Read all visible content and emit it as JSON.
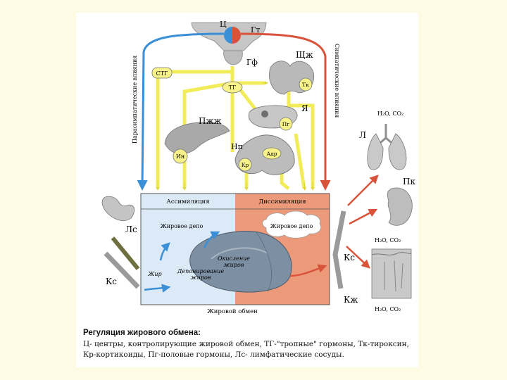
{
  "labels": {
    "center": "Ц",
    "gt": "Гт",
    "gf": "Гф",
    "shch": "Щж",
    "stg": "СТГ",
    "tg": "ТГ",
    "tk": "Тк",
    "ya": "Я",
    "pg": "Пг",
    "pzh": "Пжж",
    "np": "Нп",
    "adr": "Адр",
    "in": "Ин",
    "kr": "Кр",
    "l": "Л",
    "pk": "Пк",
    "ls": "Лс",
    "ks_left": "Кс",
    "ks_right": "Кс",
    "kzh": "Кж",
    "parasym": "Парасимпатические влияния",
    "sym": "Симпатические влияния"
  },
  "box": {
    "assim": "Ассимиляция",
    "dissim": "Диссимиляция",
    "depot_left": "Жировое депо",
    "depot_right": "Жировое депо",
    "fat": "Жир",
    "deposition_1": "Депонирование",
    "deposition_2": "жиров",
    "oxidation_1": "Окисление",
    "oxidation_2": "жиров",
    "exchange": "Жировой обмен"
  },
  "products": {
    "lungs": "H₂O, CO₂",
    "kidney": "H₂O, CO₂",
    "skin": "H₂O, CO₂"
  },
  "caption": {
    "title": "Регуляция жирового обмена:",
    "line1": "Ц- центры, контролирующие жировой обмен, ТГ-\"тропные\" гормоны, Тк-тироксин,",
    "line2": "Кр-кортикоиды, Пг-половые гормоны, Лс- лимфатические сосуды."
  },
  "colors": {
    "parasympathetic": "#3b8fd6",
    "sympathetic": "#d9533a",
    "hormone_path": "#f2ec5a",
    "left_panel": "#dbeaf6",
    "right_panel": "#ec9a7a"
  }
}
